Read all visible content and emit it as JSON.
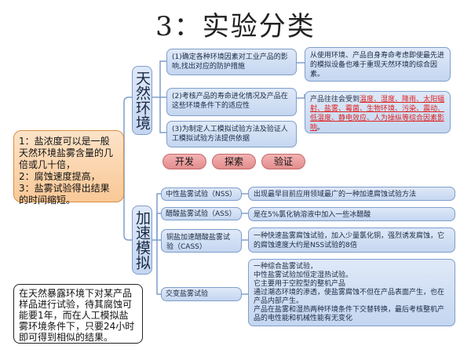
{
  "title": "3：实验分类",
  "left_note": "1：盐浓度可以是一般天然环境盐雾含量的几倍或几十倍，\n2：腐蚀速度提高，\n3：盐雾试验得出结果的时间缩短。",
  "bottom_note": "在天然暴露环境下对某产品样品进行试验，待其腐蚀可能要1年，而在人工模拟盐雾环境条件下，只要24小时即可得到相似的结果。",
  "natural": {
    "label": "天然环境",
    "items": [
      "(1)确定各种环境因素对工业产品的影响,找出对应的防护措施",
      "(2)考核产品的寿命进化情况及产品在这些环境条件下的适应性",
      "(3)为制定人工模拟试验方法及验证人工模拟试验方法提供依据"
    ],
    "info1": "从使用环境、产品自身寿命考虑即使最先进的模拟设备也难于重现天然环境的综合因素。",
    "info2_prefix": "产品往往会受到",
    "info2_factors": [
      "温度、",
      "湿度、",
      "降雨、",
      "太阳辐射、",
      "盐雾、",
      "霉菌、",
      "生物环境、",
      "污染、",
      "震动、",
      "低温度、",
      "静电效应、",
      "人为操纵等综合因素影响"
    ],
    "info2_suffix": "。"
  },
  "pills": [
    "开发",
    "探索",
    "验证"
  ],
  "accelerated": {
    "label": "加速模拟",
    "rows": [
      {
        "name": "中性盐雾试验（NSS）",
        "desc": "出现最早目前应用领域最广的一种加速腐蚀试验方法"
      },
      {
        "name": "醋酸盐雾试验（ASS）",
        "desc": "是在5%氯化钠溶液中加入一些冰醋酸"
      },
      {
        "name": "铜盐加速醋酸盐雾试验（CASS）",
        "desc": "一种快速盐雾腐蚀试验，加入少量氯化铜，强烈诱发腐蚀，它的腐蚀速度大约是NSS试验的8倍"
      },
      {
        "name": "交变盐雾试验",
        "desc": "一种综合盐雾试验，\n中性盐雾试验加恒定湿热试验。\n它主要用于空腔型的整机产品\n通过潮态环境的渗透，使盐雾腐蚀不但在产品表面产生，也在产品内部产生。\n产品在盐雾和湿热两种环境条件下交替转换，最后考核整机产品的电性能和机械性能有无变化"
      }
    ]
  }
}
